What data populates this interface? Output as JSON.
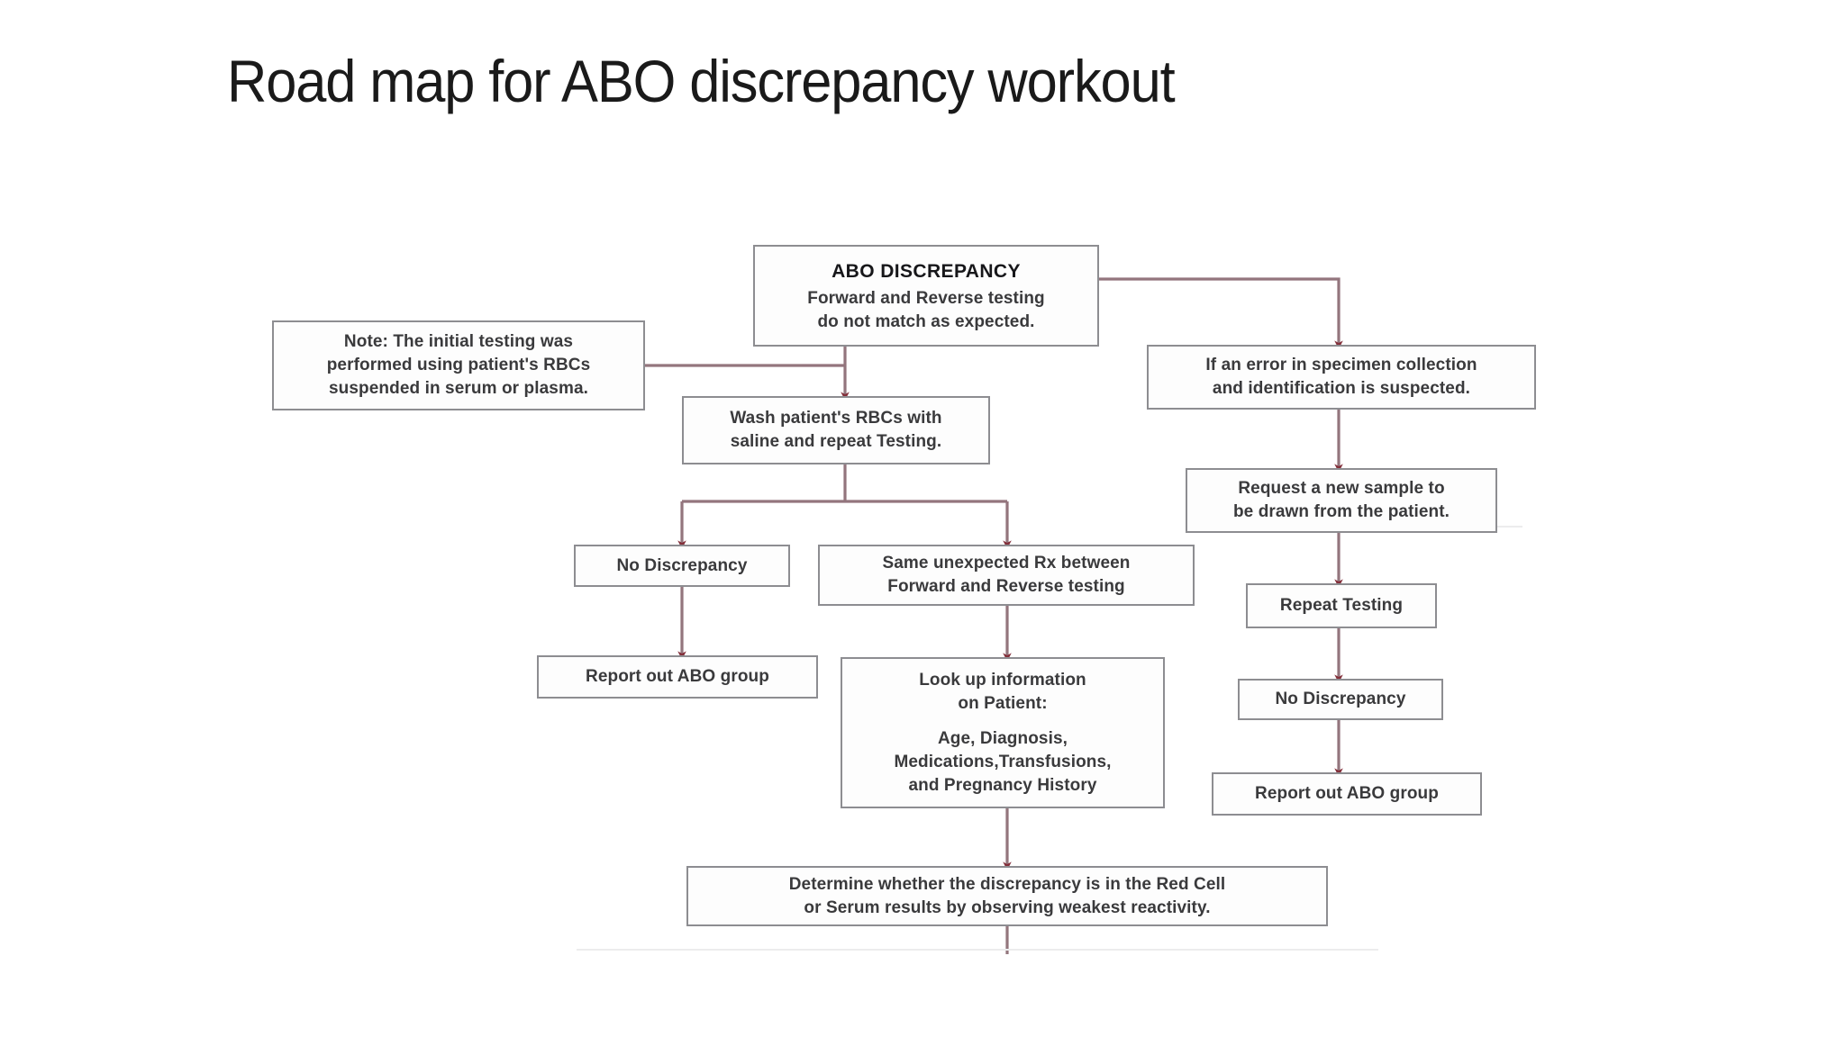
{
  "slide": {
    "title": "Road map for ABO discrepancy workout",
    "background_color": "#ffffff"
  },
  "theme": {
    "box_border_color": "#8d8d91",
    "box_fill_color": "#fdfdfd",
    "connector_color": "#8a6a72",
    "arrowhead_color": "#7a1f2b",
    "text_color": "#3a3a3c",
    "heading_text_color": "#17171a"
  },
  "diagram": {
    "type": "flowchart",
    "name": "abo-discrepancy-workup-roadmap",
    "nodes": {
      "abo_discrepancy": {
        "heading": "ABO DISCREPANCY",
        "line1": "Forward and Reverse testing",
        "line2": "do not match as expected."
      },
      "note": {
        "line1": "Note: The initial testing was",
        "line2": "performed using patient's RBCs",
        "line3": "suspended in serum or plasma."
      },
      "wash_rbcs": {
        "line1": "Wash patient's RBCs with",
        "line2": "saline and repeat Testing."
      },
      "specimen_error": {
        "line1": "If an error in specimen collection",
        "line2": "and identification is suspected."
      },
      "request_new_sample": {
        "line1": "Request a new sample to",
        "line2": "be drawn from the patient."
      },
      "repeat_testing": {
        "line1": "Repeat Testing"
      },
      "no_discrepancy_right": {
        "line1": "No Discrepancy"
      },
      "report_out_right": {
        "line1": "Report out ABO group"
      },
      "no_discrepancy_left": {
        "line1": "No Discrepancy"
      },
      "same_unexpected_rx": {
        "line1": "Same unexpected Rx between",
        "line2": "Forward and Reverse testing"
      },
      "report_out_left": {
        "line1": "Report out ABO group"
      },
      "look_up_info": {
        "line1": "Look up information",
        "line2": "on Patient:",
        "line3": "Age, Diagnosis,",
        "line4": "Medications,Transfusions,",
        "line5": "and Pregnancy History"
      },
      "determine_source": {
        "line1": "Determine whether the discrepancy is in the Red Cell",
        "line2": "or Serum results by observing weakest reactivity."
      }
    },
    "edges": [
      {
        "from": "abo_discrepancy",
        "to": "wash_rbcs",
        "style": "straight-down-arrow"
      },
      {
        "from": "abo_discrepancy",
        "to": "specimen_error",
        "style": "right-then-down-arrow"
      },
      {
        "from": "note",
        "to": "abo_discrepancy_stem",
        "style": "horizontal-join"
      },
      {
        "from": "wash_rbcs",
        "to": "no_discrepancy_left",
        "style": "split-left-down-arrow"
      },
      {
        "from": "wash_rbcs",
        "to": "same_unexpected_rx",
        "style": "split-right-down-arrow"
      },
      {
        "from": "no_discrepancy_left",
        "to": "report_out_left",
        "style": "straight-down-arrow"
      },
      {
        "from": "same_unexpected_rx",
        "to": "look_up_info",
        "style": "straight-down-arrow"
      },
      {
        "from": "look_up_info",
        "to": "determine_source",
        "style": "straight-down-arrow"
      },
      {
        "from": "specimen_error",
        "to": "request_new_sample",
        "style": "straight-down-arrow"
      },
      {
        "from": "request_new_sample",
        "to": "repeat_testing",
        "style": "straight-down-arrow"
      },
      {
        "from": "repeat_testing",
        "to": "no_discrepancy_right",
        "style": "straight-down-arrow"
      },
      {
        "from": "no_discrepancy_right",
        "to": "report_out_right",
        "style": "straight-down-arrow"
      },
      {
        "from": "determine_source",
        "to": "continues-below",
        "style": "stub-down"
      }
    ]
  }
}
